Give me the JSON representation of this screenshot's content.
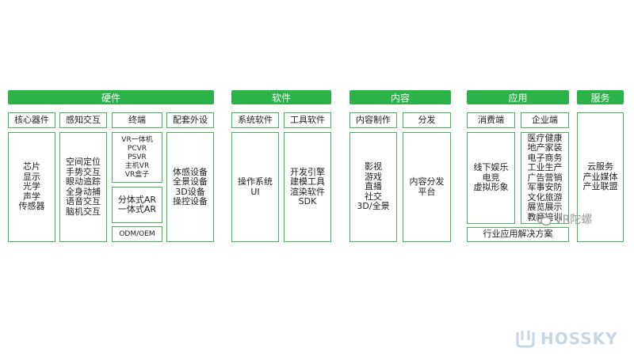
{
  "hardware": {
    "header": "硬件",
    "cols": [
      {
        "label": "核心器件",
        "items": [
          "芯片",
          "显示",
          "光学",
          "声学",
          "传感器"
        ]
      },
      {
        "label": "感知交互",
        "items": [
          "空间定位",
          "手势交互",
          "眼动追踪",
          "全身动捕",
          "语音交互",
          "脑机交互"
        ]
      },
      {
        "label": "终端",
        "group1": [
          "VR一体机",
          "PCVR",
          "PSVR",
          "主机VR",
          "VR盒子"
        ],
        "group2": [
          "分体式AR",
          "一体式AR"
        ],
        "group3": "ODM/OEM"
      },
      {
        "label": "配套外设",
        "items": [
          "体感设备",
          "全景设备",
          "3D设备",
          "操控设备"
        ]
      }
    ]
  },
  "software": {
    "header": "软件",
    "cols": [
      {
        "label": "系统软件",
        "items": [
          "操作系统",
          "UI"
        ]
      },
      {
        "label": "工具软件",
        "items": [
          "开发引擎",
          "建模工具",
          "渲染软件",
          "SDK"
        ]
      }
    ]
  },
  "content": {
    "header": "内容",
    "cols": [
      {
        "label": "内容制作",
        "items": [
          "影视",
          "游戏",
          "直播",
          "社交",
          "3D/全景"
        ]
      },
      {
        "label": "分发",
        "items": [
          "内容分发",
          "平台"
        ]
      }
    ]
  },
  "application": {
    "header": "应用",
    "cols": [
      {
        "label": "消费端",
        "items": [
          "线下娱乐",
          "电竞",
          "虚拟形象"
        ]
      },
      {
        "label": "企业端",
        "items": [
          "医疗健康",
          "地产家装",
          "电子商务",
          "工业生产",
          "广告营销",
          "军事安防",
          "文化旅游",
          "展览展示",
          "教育培训"
        ]
      }
    ],
    "footer": "行业应用解决方案"
  },
  "service": {
    "header": "服务",
    "items": [
      "云服务",
      "产业媒体",
      "产业联盟"
    ]
  },
  "watermarks": {
    "wechat": "VR陀螺",
    "brand": "HOSSKY"
  },
  "colors": {
    "accent": "#2bb34a",
    "border": "#41b65a"
  }
}
